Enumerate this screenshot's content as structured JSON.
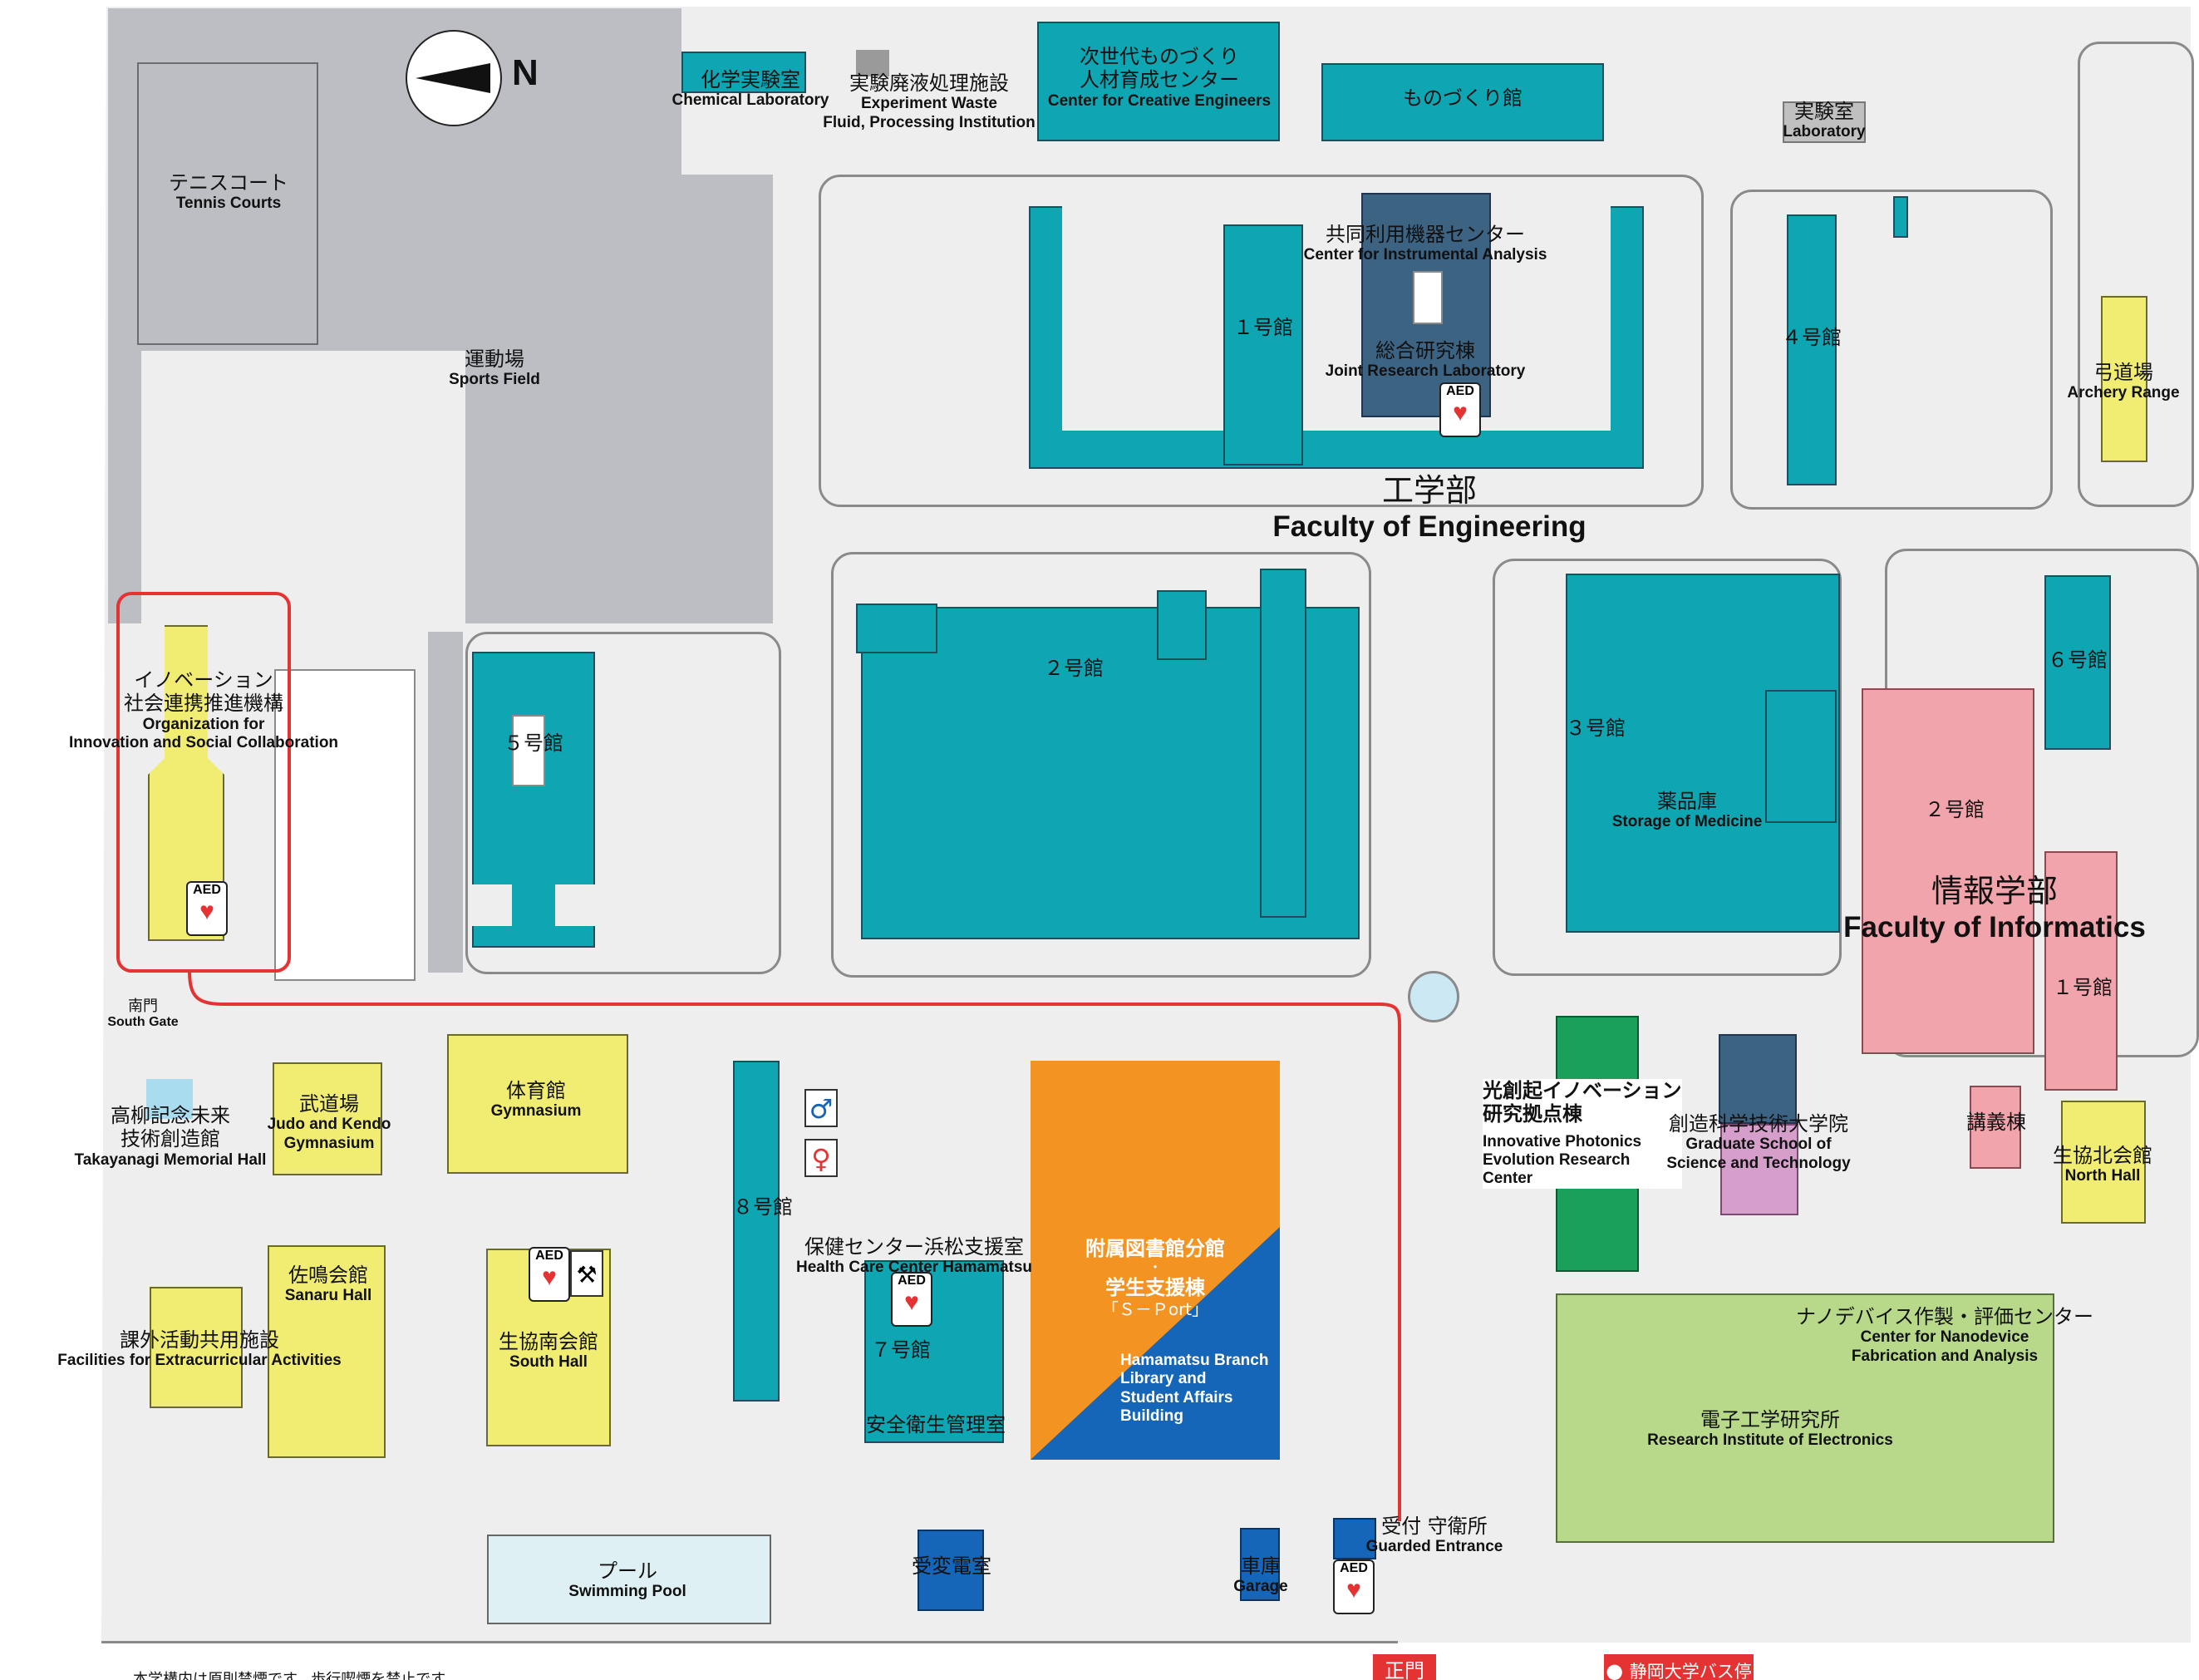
{
  "map": {
    "compass_label": "N",
    "faculties": {
      "engineering": {
        "jp": "工学部",
        "en": "Faculty of Engineering"
      },
      "informatics": {
        "jp": "情報学部",
        "en": "Faculty of Informatics"
      }
    },
    "buildings": {
      "tennis": {
        "jp": "テニスコート",
        "en": "Tennis Courts"
      },
      "sports_field": {
        "jp": "運動場",
        "en": "Sports Field"
      },
      "chemical_lab": {
        "jp": "化学実験室",
        "en": "Chemical Laboratory"
      },
      "waste_facility": {
        "jp": "実験廃液処理施設",
        "en1": "Experiment Waste",
        "en2": "Fluid, Processing Institution"
      },
      "creative_center": {
        "jp1": "次世代ものづくり",
        "jp2": "人材育成センター",
        "en": "Center for Creative Engineers"
      },
      "monozukuri": {
        "jp": "ものづくり館"
      },
      "laboratory": {
        "jp": "実験室",
        "en": "Laboratory"
      },
      "instrumental": {
        "jp": "共同利用機器センター",
        "en": "Center for Instrumental Analysis"
      },
      "joint_research": {
        "jp": "総合研究棟",
        "en": "Joint Research Laboratory"
      },
      "eng_bldg1": {
        "jp": "１号館"
      },
      "eng_bldg4": {
        "jp": "４号館"
      },
      "archery": {
        "jp": "弓道場",
        "en": "Archery Range"
      },
      "innovation": {
        "jp1": "イノベーション",
        "jp2": "社会連携推進機構",
        "en1": "Organization for",
        "en2": "Innovation and Social Collaboration"
      },
      "eng_bldg5": {
        "jp": "５号館"
      },
      "eng_bldg2": {
        "jp": "２号館"
      },
      "eng_bldg3": {
        "jp": "３号館"
      },
      "medicine": {
        "jp": "薬品庫",
        "en": "Storage of Medicine"
      },
      "info_bldg6": {
        "jp": "６号館"
      },
      "info_bldg2": {
        "jp": "２号館"
      },
      "info_bldg1": {
        "jp": "１号館"
      },
      "south_gate": {
        "jp": "南門",
        "en": "South Gate"
      },
      "takayanagi": {
        "jp1": "高柳記念未来",
        "jp2": "技術創造館",
        "en": "Takayanagi Memorial Hall"
      },
      "budojo": {
        "jp": "武道場",
        "en1": "Judo and Kendo",
        "en2": "Gymnasium"
      },
      "gymnasium": {
        "jp": "体育館",
        "en": "Gymnasium"
      },
      "eng_bldg8": {
        "jp": "８号館"
      },
      "health_center": {
        "jp": "保健センター浜松支援室",
        "en": "Health Care Center Hamamatsu"
      },
      "eng_bldg7": {
        "jp": "７号館"
      },
      "safety": {
        "jp": "安全衛生管理室"
      },
      "library": {
        "jp1": "附属図書館分館",
        "jp_dot": "・",
        "jp2": "学生支援棟",
        "jp3": "「Ｓ－Ｐort」",
        "en1": "Hamamatsu Branch",
        "en2": "Library and",
        "en3": "Student Affairs",
        "en4": "Building"
      },
      "photonics": {
        "jp1": "光創起イノベーション",
        "jp2": "研究拠点棟",
        "en1": "Innovative Photonics",
        "en2": "Evolution Research",
        "en3": "Center"
      },
      "grad_school": {
        "jp": "創造科学技術大学院",
        "en1": "Graduate School of",
        "en2": "Science and Technology"
      },
      "lecture": {
        "jp": "講義棟"
      },
      "north_hall": {
        "jp": "生協北会館",
        "en": "North Hall"
      },
      "sanaru": {
        "jp": "佐鳴会館",
        "en": "Sanaru Hall"
      },
      "south_hall": {
        "jp": "生協南会館",
        "en": "South Hall"
      },
      "extracurricular": {
        "jp": "課外活動共用施設",
        "en": "Facilities for Extracurricular Activities"
      },
      "nanodevice": {
        "jp": "ナノデバイス作製・評価センター",
        "en1": "Center for Nanodevice",
        "en2": "Fabrication and Analysis"
      },
      "electronics": {
        "jp": "電子工学研究所",
        "en": "Research Institute of Electronics"
      },
      "pool": {
        "jp": "プール",
        "en": "Swimming Pool"
      },
      "substation": {
        "jp": "受変電室"
      },
      "garage": {
        "jp": "車庫",
        "en": "Garage"
      },
      "guard": {
        "jp": "受付 守衛所",
        "en": "Guarded Entrance"
      }
    },
    "markers": {
      "aed": "AED",
      "main_gate": "正門",
      "bus_stop": "静岡大学バス停"
    },
    "footnote": "本学構内は原則禁煙です。歩行喫煙を禁止です。",
    "colors": {
      "teal": "#0ea6b3",
      "yellow": "#f1ec72",
      "pink": "#f2a4ac",
      "light_green": "#b8d98a",
      "green": "#1aa05a",
      "orange": "#f39322",
      "blue": "#1565b8",
      "dark_blue": "#3d6383",
      "route_red": "#e53232"
    }
  }
}
